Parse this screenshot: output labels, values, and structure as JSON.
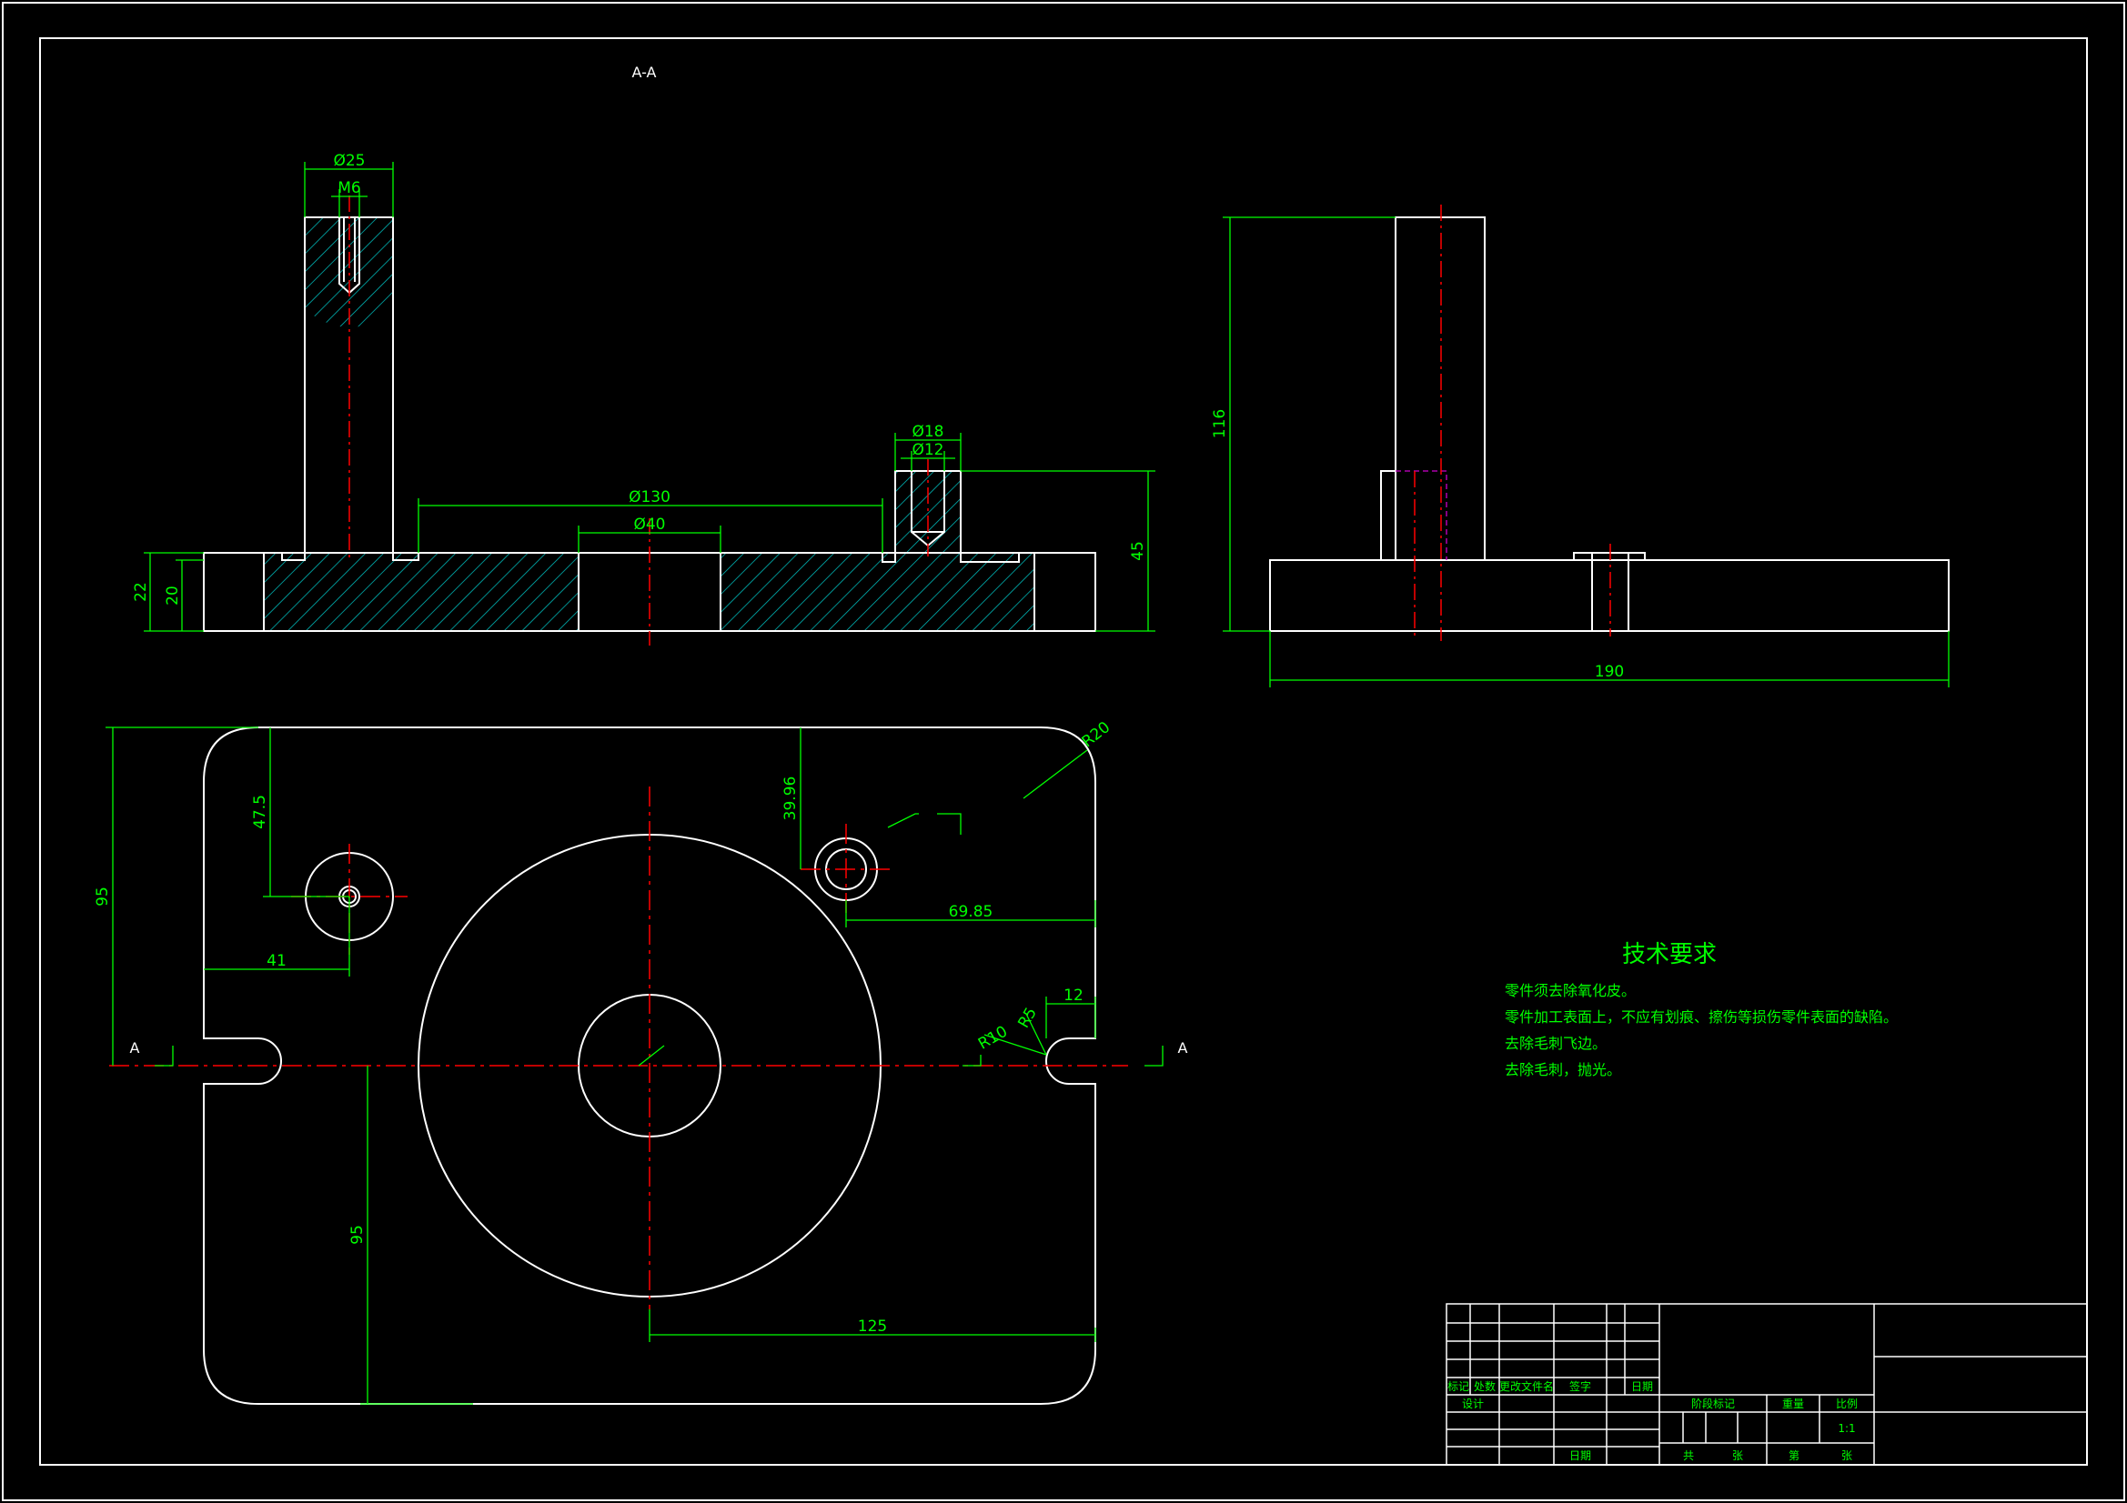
{
  "section_label": "A-A",
  "section_marker": "A",
  "colors": {
    "background": "#000000",
    "outline": "#ffffff",
    "dimension": "#00ff00",
    "centerline": "#ff0000",
    "hatch": "#00cccc",
    "hidden": "#cc00cc"
  },
  "dimensions": {
    "d25": "Ø25",
    "m6": "M6",
    "d18": "Ø18",
    "d12": "Ø12",
    "d130": "Ø130",
    "d40": "Ø40",
    "h22": "22",
    "h20": "20",
    "h45": "45",
    "h116": "116",
    "w190": "190",
    "r20": "R20",
    "v47_5": "47.5",
    "v39_96": "39.96",
    "h95_top": "95",
    "h95_bottom": "95",
    "w41": "41",
    "w69_85": "69.85",
    "w12": "12",
    "r10": "R10",
    "r5": "R5",
    "w125": "125"
  },
  "tech_req": {
    "title": "技术要求",
    "items": [
      "零件须去除氧化皮。",
      "零件加工表面上，不应有划痕、擦伤等损伤零件表面的缺陷。",
      "去除毛刺飞边。",
      "去除毛刺，抛光。"
    ]
  },
  "title_block": {
    "rev_headers": [
      "标记",
      "处数",
      "更改文件名",
      "签字",
      "日期"
    ],
    "design": "设计",
    "date": "日期",
    "stage_mark": "阶段标记",
    "weight": "重量",
    "scale_label": "比例",
    "scale_value": "1:1",
    "total": "共",
    "sheet": "张",
    "nth": "第",
    "sheet2": "张"
  }
}
